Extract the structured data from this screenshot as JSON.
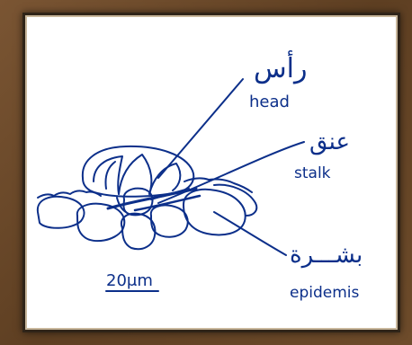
{
  "labels": {
    "head_ar": "رأس",
    "head_en": "head",
    "stalk_ar": "عنق",
    "stalk_en": "stalk",
    "epidermis_ar": "بشـــرة",
    "epidermis_en": "epidemis",
    "scale": "20μm"
  },
  "colors": {
    "ink": "#0c2f8a",
    "frame": "#6b4a2a",
    "paper": "#ffffff"
  }
}
